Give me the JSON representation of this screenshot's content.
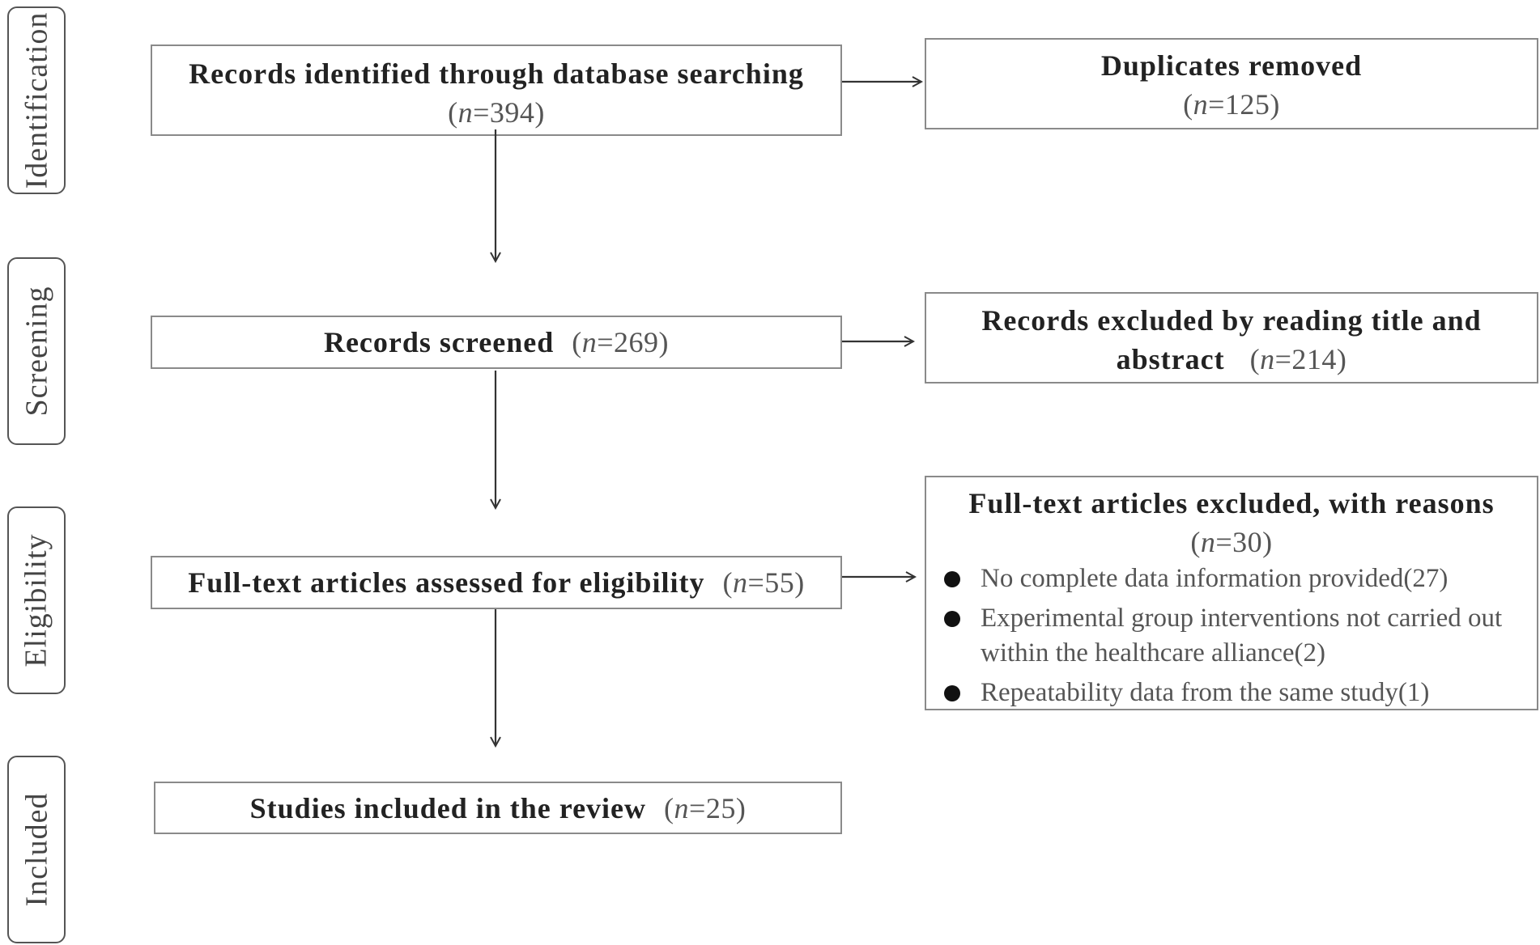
{
  "stages": [
    "Identification",
    "Screening",
    "Eligibility",
    "Included"
  ],
  "boxes": {
    "identified": {
      "label": "Records identified through database searching",
      "count": "394"
    },
    "duplicates": {
      "label": "Duplicates removed",
      "count": "125"
    },
    "screened": {
      "label": "Records screened",
      "count": "269"
    },
    "excluded_title": {
      "label_line1": "Records excluded by reading title and",
      "label_line2": "abstract",
      "count": "214"
    },
    "assessed": {
      "label": "Full-text articles assessed for eligibility",
      "count": "55"
    },
    "fulltext_excluded": {
      "label": "Full-text articles excluded, with reasons",
      "count": "30",
      "reasons": [
        "No complete data information provided(27)",
        "Experimental group interventions not carried out within the healthcare alliance(2)",
        "Repeatability data from the same study(1)"
      ]
    },
    "included": {
      "label": "Studies included in the review",
      "count": "25"
    }
  },
  "n_symbol": "n",
  "colors": {
    "border": "#8a8a8a",
    "stage_border": "#555555",
    "arrow": "#333333"
  }
}
